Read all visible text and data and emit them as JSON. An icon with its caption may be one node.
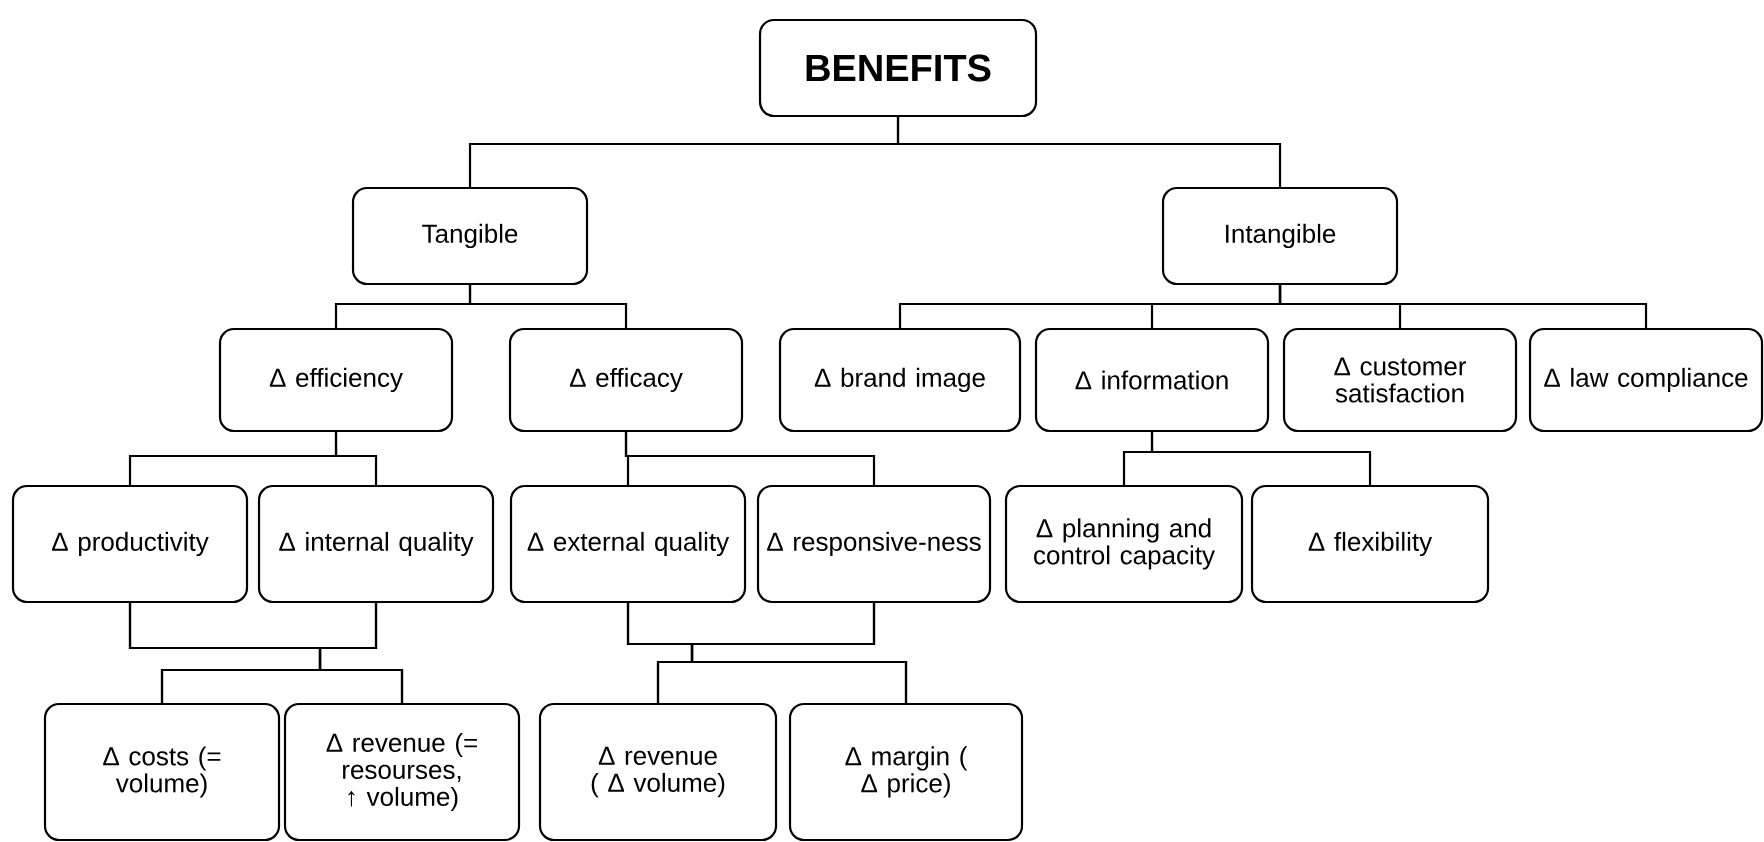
{
  "diagram": {
    "nodes": [
      {
        "text": [
          "BENEFITS"
        ]
      },
      {
        "text": [
          "Tangible"
        ]
      },
      {
        "text": [
          "Intangible"
        ]
      },
      {
        "text": [
          "Δ efficiency"
        ]
      },
      {
        "text": [
          "Δ efficacy"
        ]
      },
      {
        "text": [
          "Δ brand image"
        ]
      },
      {
        "text": [
          "Δ information"
        ]
      },
      {
        "text": [
          "Δ customer satisfaction"
        ]
      },
      {
        "text": [
          "Δ law compliance"
        ]
      },
      {
        "text": [
          "Δ productivity"
        ]
      },
      {
        "text": [
          "Δ internal quality"
        ]
      },
      {
        "text": [
          "Δ external quality"
        ]
      },
      {
        "text": [
          "Δ responsive-ness"
        ]
      },
      {
        "text": [
          "Δ planning and control capacity"
        ]
      },
      {
        "text": [
          "Δ flexibility"
        ]
      },
      {
        "text": [
          "Δ costs (= volume)"
        ]
      },
      {
        "text": [
          "Δ revenue (= resourses, ↑ volume)"
        ]
      },
      {
        "text": [
          "Δ revenue ( Δ volume)"
        ]
      },
      {
        "text": [
          "Δ margin ( Δ price)"
        ]
      }
    ],
    "edges": [
      {
        "from": 0,
        "to": 1,
        "arrow": "none"
      },
      {
        "from": 0,
        "to": 2,
        "arrow": "none"
      },
      {
        "from": 1,
        "to": 3,
        "arrow": "none"
      },
      {
        "from": 1,
        "to": 4,
        "arrow": "none"
      },
      {
        "from": 2,
        "to": 5,
        "arrow": "none"
      },
      {
        "from": 2,
        "to": 6,
        "arrow": "none"
      },
      {
        "from": 2,
        "to": 7,
        "arrow": "none"
      },
      {
        "from": 2,
        "to": 8,
        "arrow": "none"
      },
      {
        "from": 3,
        "to": 9,
        "arrow": "none"
      },
      {
        "from": 3,
        "to": 10,
        "arrow": "none"
      },
      {
        "from": 4,
        "to": 11,
        "arrow": "none"
      },
      {
        "from": 4,
        "to": 12,
        "arrow": "none"
      },
      {
        "from": 6,
        "to": 13,
        "arrow": "none"
      },
      {
        "from": 6,
        "to": 14,
        "arrow": "none"
      },
      {
        "from": 9,
        "to": 15,
        "arrow": "none"
      },
      {
        "from": 9,
        "to": 16,
        "arrow": "none"
      },
      {
        "from": 10,
        "to": 15,
        "arrow": "none"
      },
      {
        "from": 10,
        "to": 16,
        "arrow": "none"
      },
      {
        "from": 11,
        "to": 17,
        "arrow": "none"
      },
      {
        "from": 11,
        "to": 18,
        "arrow": "none"
      },
      {
        "from": 12,
        "to": 17,
        "arrow": "none"
      },
      {
        "from": 12,
        "to": 18,
        "arrow": "none"
      }
    ]
  }
}
